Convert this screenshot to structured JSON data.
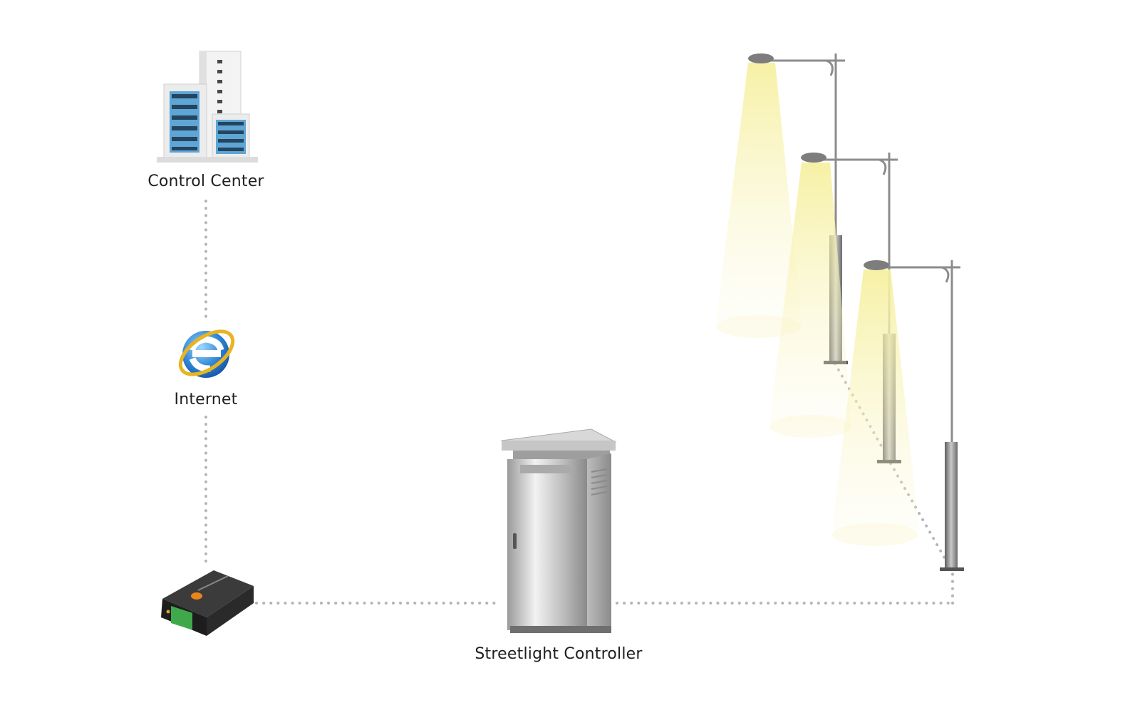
{
  "nodes": {
    "control_center": {
      "label": "Control Center",
      "icon": "office-building-icon"
    },
    "internet": {
      "label": "Internet",
      "icon": "internet-explorer-icon"
    },
    "gateway": {
      "icon": "router-gateway-icon"
    },
    "controller": {
      "label": "Streetlight Controller",
      "icon": "electrical-cabinet-icon"
    },
    "streetlights": {
      "count": 3,
      "icon": "street-lamp-icon"
    }
  },
  "colors": {
    "connector": "#b5b5b5",
    "light_beam": "#fbf7c8",
    "pole": "#7d7d7d",
    "building_glass": "#5da6d6"
  }
}
